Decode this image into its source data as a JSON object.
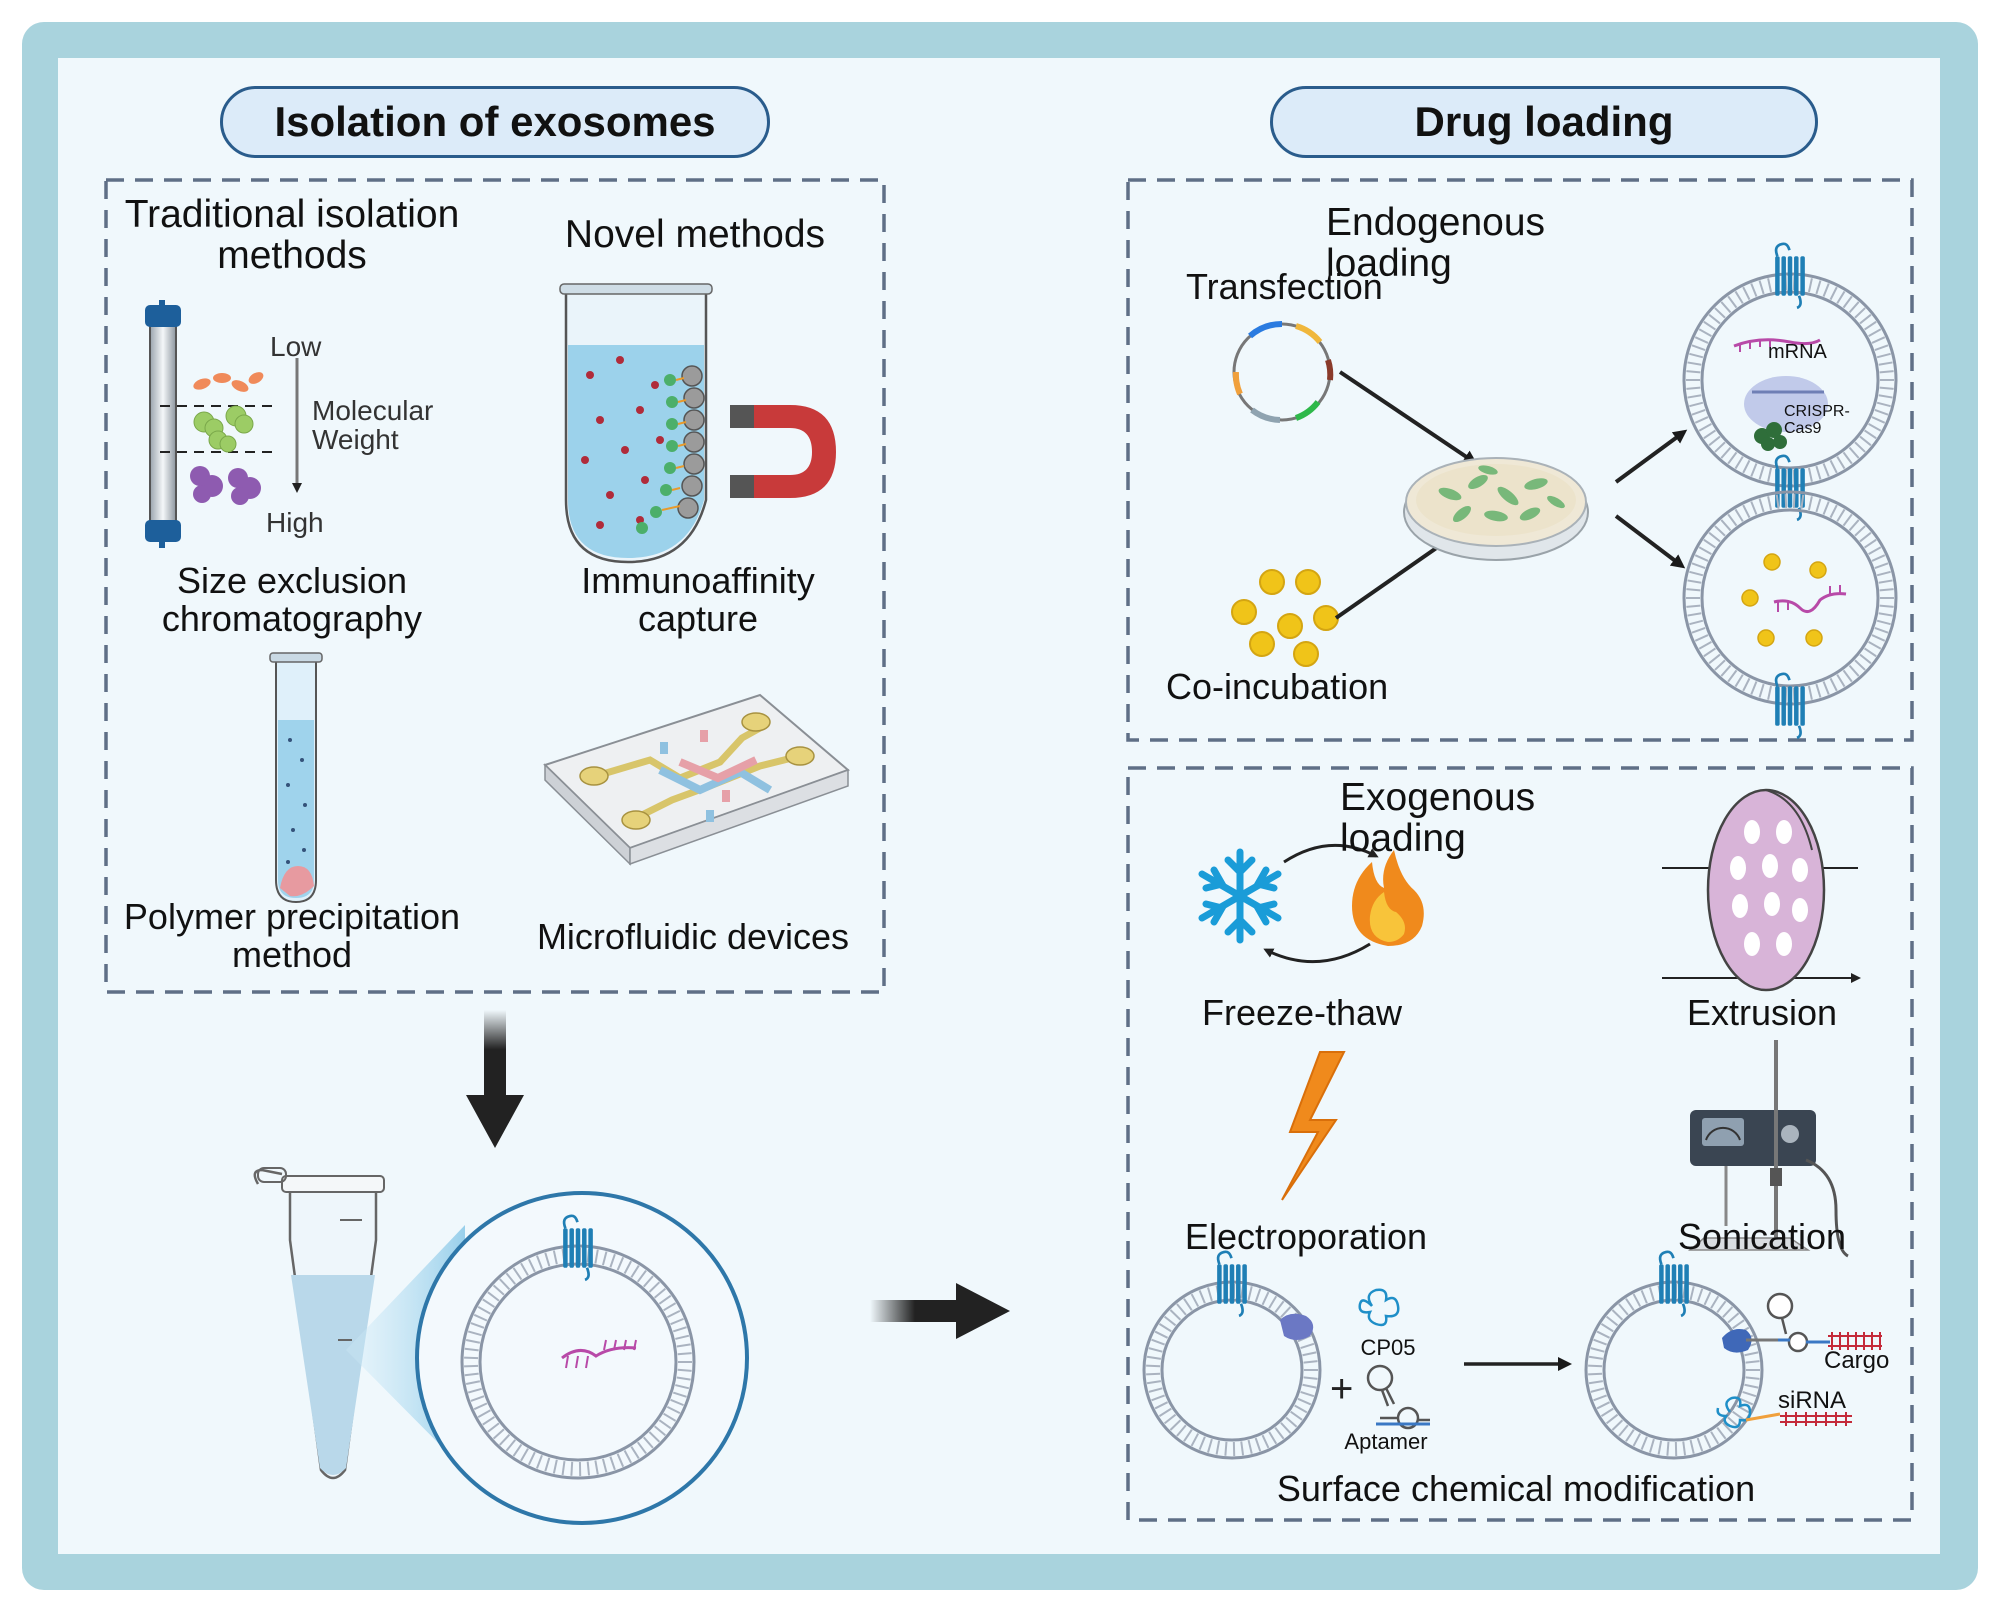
{
  "isolation": {
    "title": "Isolation of exosomes",
    "traditional_heading": "Traditional isolation methods",
    "novel_heading": "Novel methods",
    "mw_low": "Low",
    "mw_label": "Molecular Weight",
    "mw_high": "High",
    "sec_label": "Size exclusion chromatography",
    "immuno_label": "Immunoaffinity capture",
    "polymer_label": "Polymer precipitation method",
    "microfluidic_label": "Microfluidic devices"
  },
  "drug_loading": {
    "title": "Drug loading",
    "endogenous_heading": "Endogenous loading",
    "transfection": "Transfection",
    "coincubation": "Co-incubation",
    "mrna": "mRNA",
    "crispr": "CRISPR-Cas9",
    "exogenous_heading": "Exogenous loading",
    "freeze_thaw": "Freeze-thaw",
    "extrusion": "Extrusion",
    "electroporation": "Electroporation",
    "sonication": "Sonication",
    "cp05": "CP05",
    "aptamer": "Aptamer",
    "cargo": "Cargo",
    "sirna": "siRNA",
    "surface_mod": "Surface chemical modification"
  },
  "colors": {
    "frame": "#a9d3dd",
    "panel": "#f0f8fc",
    "pill_fill": "#dcebf9",
    "pill_border": "#2a5c8c",
    "dash": "#5f6f86",
    "protein": "#1f7fb5",
    "rna": "#b84aa8",
    "magnet": "#c83a3a",
    "flame": "#f08a1c",
    "snow": "#1a9cd8"
  }
}
